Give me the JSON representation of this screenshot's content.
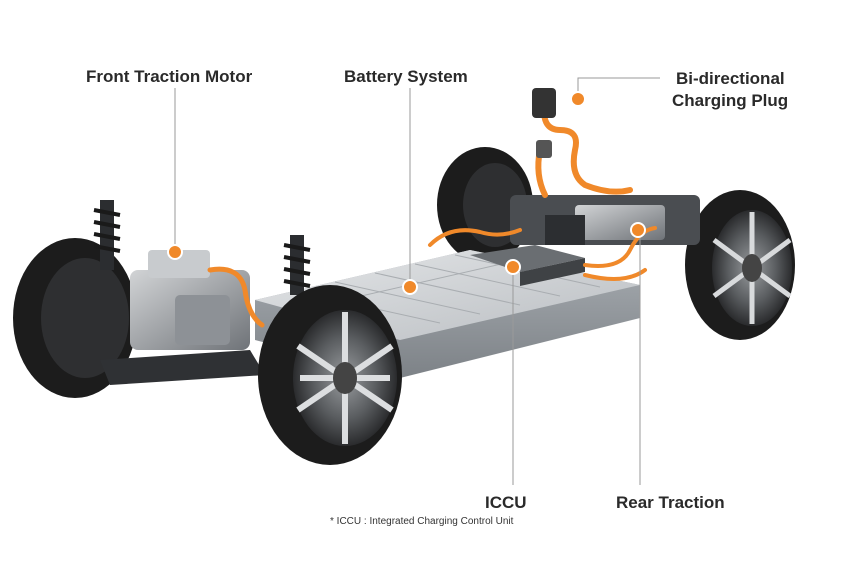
{
  "labels": {
    "front_motor": "Front Traction Motor",
    "battery": "Battery System",
    "charging_plug_line1": "Bi-directional",
    "charging_plug_line2": "Charging Plug",
    "iccu": "ICCU",
    "rear_traction": "Rear Traction"
  },
  "footnote": "* ICCU : Integrated Charging Control Unit",
  "colors": {
    "accent": "#f0892a",
    "leader_line": "#9a9a9a",
    "label_text": "#2a2a2a",
    "tire": "#1c1c1c",
    "battery": "#c9cdd0"
  }
}
